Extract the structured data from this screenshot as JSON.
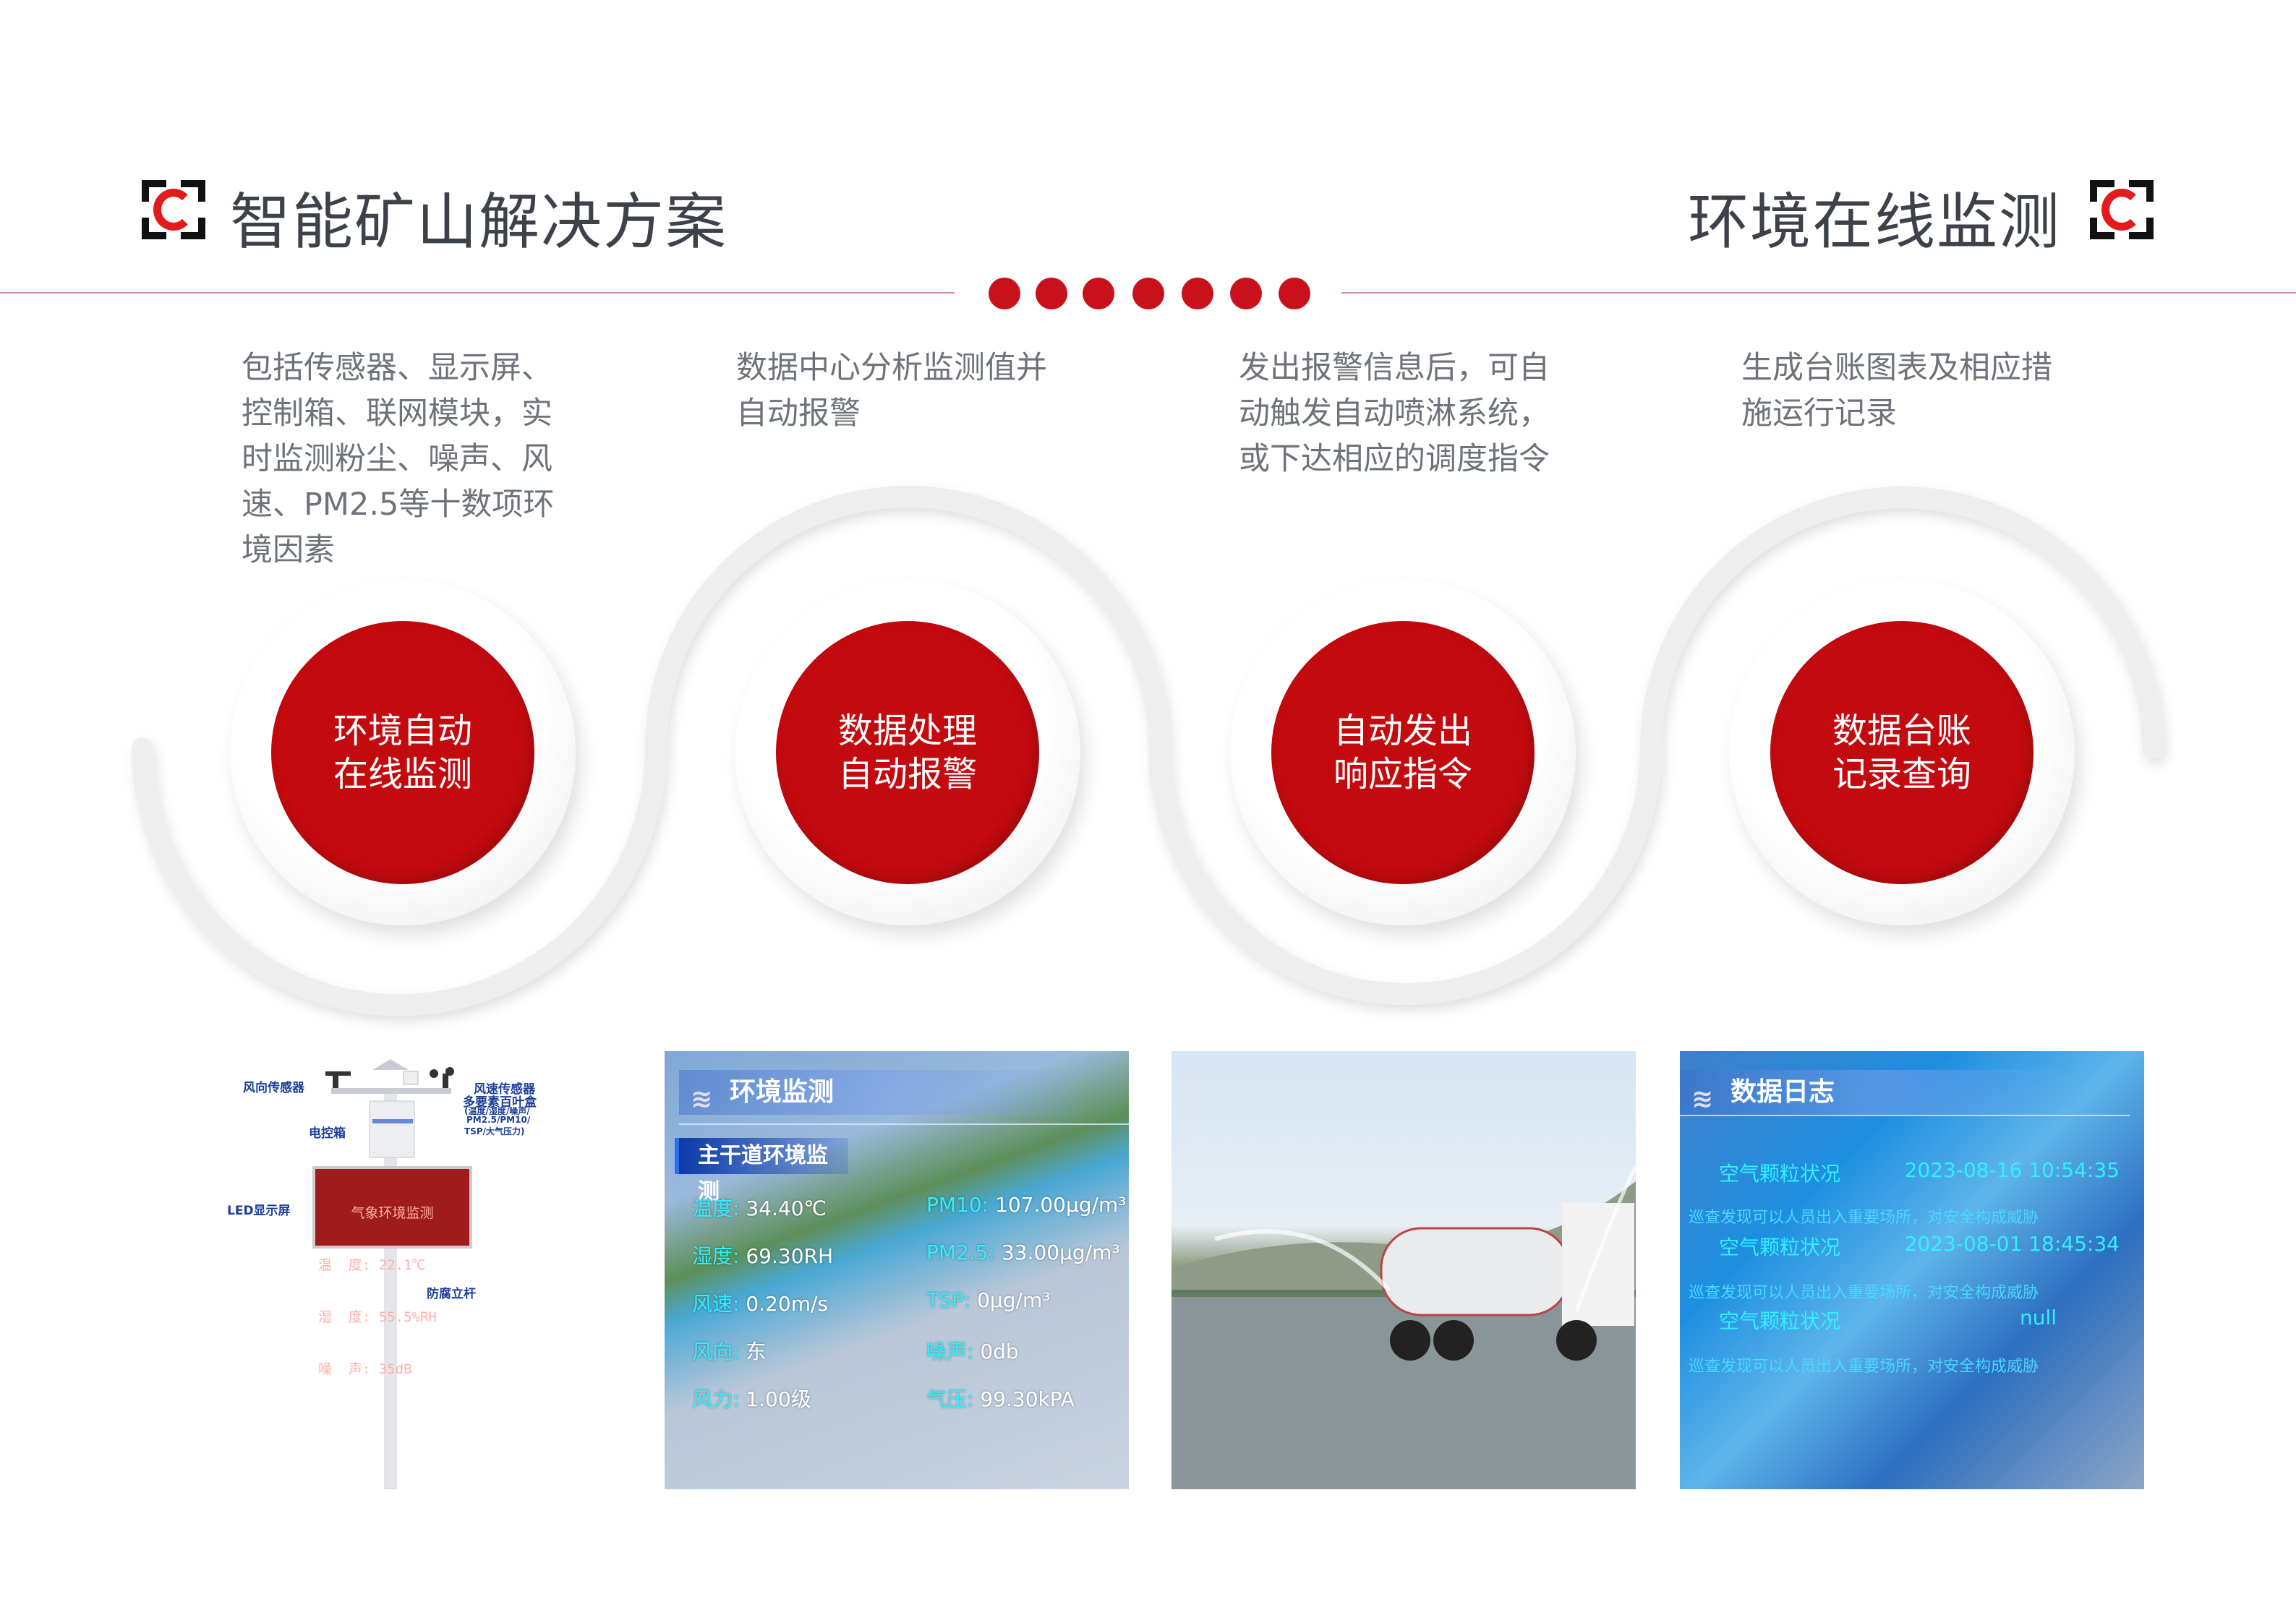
{
  "header": {
    "left_title": "智能矿山解决方案",
    "right_title": "环境在线监测",
    "brand_color": "#c20a0f"
  },
  "steps": [
    {
      "desc": "包括传感器、显示屏、\n控制箱、联网模块，实\n时监测粉尘、噪声、风\n速、PM2.5等十数项环\n境因素",
      "label": "环境自动\n在线监测"
    },
    {
      "desc": "数据中心分析监测值并\n自动报警",
      "label": "数据处理\n自动报警"
    },
    {
      "desc": "发出报警信息后，可自\n动触发自动喷淋系统，\n或下达相应的调度指令",
      "label": "自动发出\n响应指令"
    },
    {
      "desc": "生成台账图表及相应措\n施运行记录",
      "label": "数据台账\n记录查询"
    }
  ],
  "station": {
    "labels": [
      "风向传感器",
      "风速传感器",
      "多要素百叶盒",
      "(温度/湿度/噪声/",
      "PM2.5/PM10/",
      "TSP/大气压力)",
      "电控箱",
      "LED显示屏",
      "防腐立杆"
    ],
    "led": [
      "气象环境监测",
      "温  度: 22.1℃",
      "湿  度: 55.5%RH",
      "噪  声: 35dB"
    ]
  },
  "monitor": {
    "title": "环境监测",
    "subtitle": "主干道环境监测",
    "left": [
      {
        "k": "温度:",
        "v": "34.40℃"
      },
      {
        "k": "湿度:",
        "v": "69.30RH"
      },
      {
        "k": "风速:",
        "v": "0.20m/s"
      },
      {
        "k": "风向:",
        "v": "东"
      },
      {
        "k": "风力:",
        "v": "1.00级"
      }
    ],
    "right": [
      {
        "k": "PM10:",
        "v": "107.00μg/m³"
      },
      {
        "k": "PM2.5:",
        "v": "33.00μg/m³"
      },
      {
        "k": "TSP:",
        "v": "0μg/m³"
      },
      {
        "k": "噪声:",
        "v": "0db"
      },
      {
        "k": "气压:",
        "v": "99.30kPA"
      }
    ]
  },
  "log": {
    "title": "数据日志",
    "entries": [
      {
        "name": "空气颗粒状况",
        "time": "2023-08-16 10:54:35",
        "desc": "巡查发现可以人员出入重要场所，对安全构成威胁"
      },
      {
        "name": "空气颗粒状况",
        "time": "2023-08-01 18:45:34",
        "desc": "巡查发现可以人员出入重要场所，对安全构成威胁"
      },
      {
        "name": "空气颗粒状况",
        "time": "null",
        "desc": "巡查发现可以人员出入重要场所，对安全构成威胁"
      }
    ]
  }
}
